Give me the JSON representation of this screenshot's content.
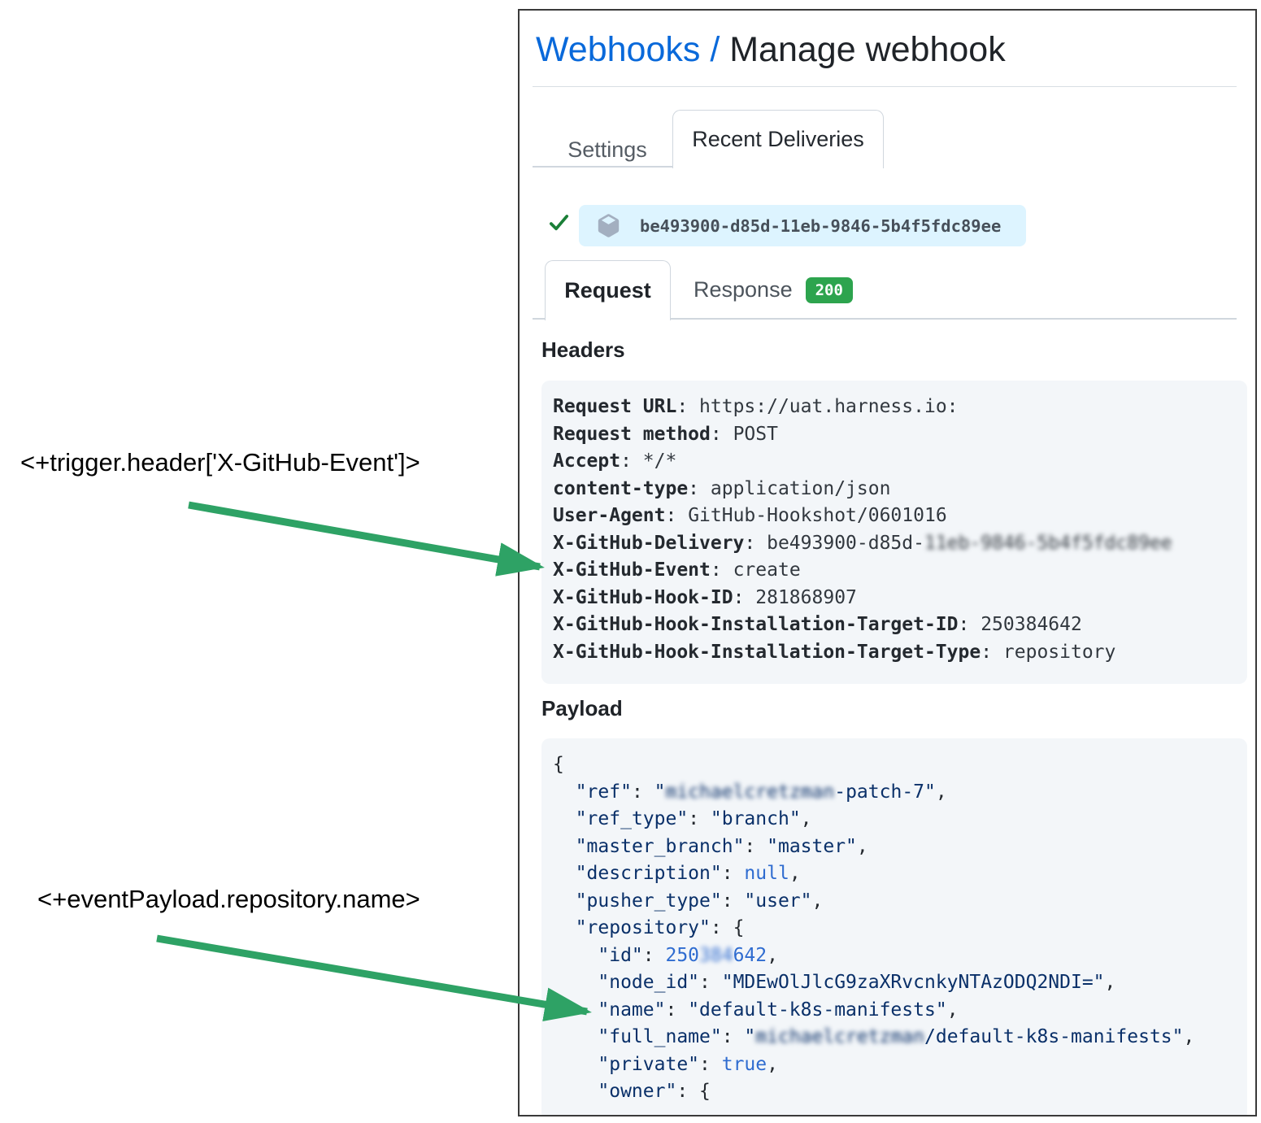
{
  "page": {
    "title_link": "Webhooks",
    "title_sep": " / ",
    "title_rest": "Manage webhook"
  },
  "tabs": {
    "settings": "Settings",
    "recent_deliveries": "Recent Deliveries"
  },
  "delivery": {
    "id": "be493900-d85d-11eb-9846-5b4f5fdc89ee"
  },
  "subtabs": {
    "request": "Request",
    "response": "Response",
    "response_status": "200"
  },
  "headers_section": {
    "title": "Headers",
    "rows": [
      {
        "key": "Request URL",
        "value": "https://uat.harness.io:"
      },
      {
        "key": "Request method",
        "value": "POST"
      },
      {
        "key": "Accept",
        "value": "*/*"
      },
      {
        "key": "content-type",
        "value": "application/json"
      },
      {
        "key": "User-Agent",
        "value": "GitHub-Hookshot/0601016"
      },
      {
        "key": "X-GitHub-Delivery",
        "value": "be493900-d85d-",
        "value_blur": "11eb-9846-5b4f5fdc89ee"
      },
      {
        "key": "X-GitHub-Event",
        "value": "create"
      },
      {
        "key": "X-GitHub-Hook-ID",
        "value": "281868907"
      },
      {
        "key": "X-GitHub-Hook-Installation-Target-ID",
        "value": "250384642"
      },
      {
        "key": "X-GitHub-Hook-Installation-Target-Type",
        "value": "repository"
      }
    ]
  },
  "payload_section": {
    "title": "Payload",
    "lines": [
      [
        {
          "t": "p",
          "v": "{"
        }
      ],
      [
        {
          "t": "p",
          "v": "  "
        },
        {
          "t": "k",
          "v": "\"ref\""
        },
        {
          "t": "p",
          "v": ": "
        },
        {
          "t": "k",
          "v": "\""
        },
        {
          "t": "bs",
          "v": "michaelcretzman"
        },
        {
          "t": "k",
          "v": "-patch-7\""
        },
        {
          "t": "p",
          "v": ","
        }
      ],
      [
        {
          "t": "p",
          "v": "  "
        },
        {
          "t": "k",
          "v": "\"ref_type\""
        },
        {
          "t": "p",
          "v": ": "
        },
        {
          "t": "s",
          "v": "\"branch\""
        },
        {
          "t": "p",
          "v": ","
        }
      ],
      [
        {
          "t": "p",
          "v": "  "
        },
        {
          "t": "k",
          "v": "\"master_branch\""
        },
        {
          "t": "p",
          "v": ": "
        },
        {
          "t": "s",
          "v": "\"master\""
        },
        {
          "t": "p",
          "v": ","
        }
      ],
      [
        {
          "t": "p",
          "v": "  "
        },
        {
          "t": "k",
          "v": "\"description\""
        },
        {
          "t": "p",
          "v": ": "
        },
        {
          "t": "l",
          "v": "null"
        },
        {
          "t": "p",
          "v": ","
        }
      ],
      [
        {
          "t": "p",
          "v": "  "
        },
        {
          "t": "k",
          "v": "\"pusher_type\""
        },
        {
          "t": "p",
          "v": ": "
        },
        {
          "t": "s",
          "v": "\"user\""
        },
        {
          "t": "p",
          "v": ","
        }
      ],
      [
        {
          "t": "p",
          "v": "  "
        },
        {
          "t": "k",
          "v": "\"repository\""
        },
        {
          "t": "p",
          "v": ": {"
        }
      ],
      [
        {
          "t": "p",
          "v": "    "
        },
        {
          "t": "k",
          "v": "\"id\""
        },
        {
          "t": "p",
          "v": ": "
        },
        {
          "t": "l",
          "v": "250"
        },
        {
          "t": "bl",
          "v": "384"
        },
        {
          "t": "l",
          "v": "642"
        },
        {
          "t": "p",
          "v": ","
        }
      ],
      [
        {
          "t": "p",
          "v": "    "
        },
        {
          "t": "k",
          "v": "\"node_id\""
        },
        {
          "t": "p",
          "v": ": "
        },
        {
          "t": "s",
          "v": "\"MDEwOlJlcG9zaXRvcnkyNTAzODQ2NDI=\""
        },
        {
          "t": "p",
          "v": ","
        }
      ],
      [
        {
          "t": "p",
          "v": "    "
        },
        {
          "t": "k",
          "v": "\"name\""
        },
        {
          "t": "p",
          "v": ": "
        },
        {
          "t": "s",
          "v": "\"default-k8s-manifests\""
        },
        {
          "t": "p",
          "v": ","
        }
      ],
      [
        {
          "t": "p",
          "v": "    "
        },
        {
          "t": "k",
          "v": "\"full_name\""
        },
        {
          "t": "p",
          "v": ": "
        },
        {
          "t": "s",
          "v": "\""
        },
        {
          "t": "bs",
          "v": "michaelcretzman"
        },
        {
          "t": "s",
          "v": "/default-k8s-manifests\""
        },
        {
          "t": "p",
          "v": ","
        }
      ],
      [
        {
          "t": "p",
          "v": "    "
        },
        {
          "t": "k",
          "v": "\"private\""
        },
        {
          "t": "p",
          "v": ": "
        },
        {
          "t": "l",
          "v": "true"
        },
        {
          "t": "p",
          "v": ","
        }
      ],
      [
        {
          "t": "p",
          "v": "    "
        },
        {
          "t": "k",
          "v": "\"owner\""
        },
        {
          "t": "p",
          "v": ": {"
        }
      ]
    ]
  },
  "annotations": {
    "trigger_header": "<+trigger.header['X-GitHub-Event']>",
    "event_payload": "<+eventPayload.repository.name>"
  },
  "colors": {
    "link_blue": "#0969da",
    "arrow_green": "#2ea265",
    "check_green": "#1a7f37",
    "status_badge_green": "#2da44e",
    "delivery_badge_bg": "#ddf4ff",
    "code_block_bg": "#f3f6f9",
    "json_string": "#0a3069",
    "json_literal": "#2f6cd0"
  }
}
